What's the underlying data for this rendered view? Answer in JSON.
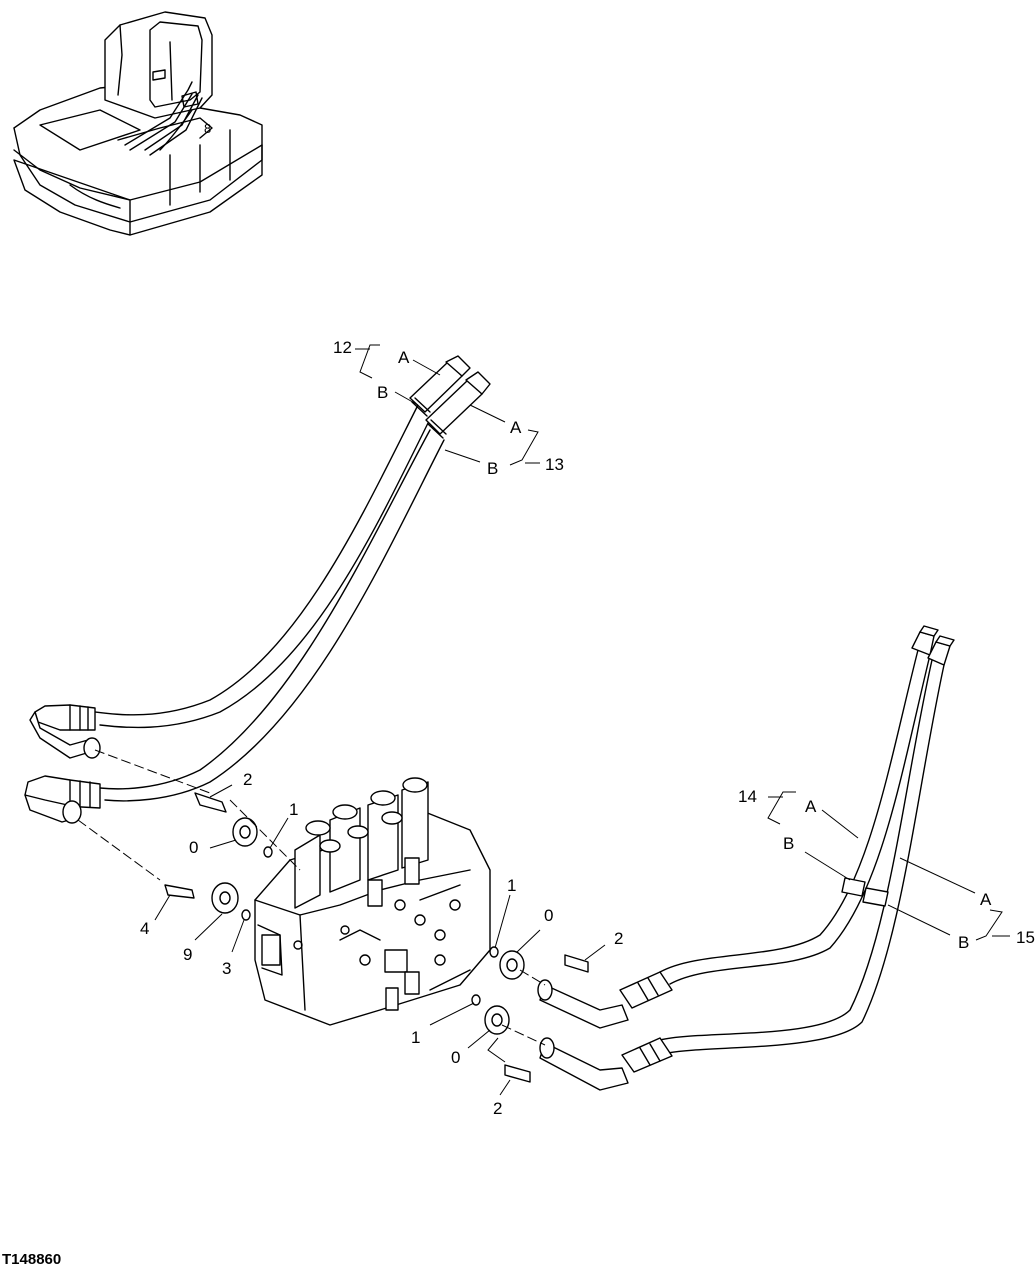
{
  "figure_id": "T148860",
  "inset_callout": "8",
  "groups": {
    "g12": {
      "number": "12",
      "a": "A",
      "b": "B"
    },
    "g13": {
      "number": "13",
      "a": "A",
      "b": "B"
    },
    "g14": {
      "number": "14",
      "a": "A",
      "b": "B"
    },
    "g15": {
      "number": "15",
      "a": "A",
      "b": "B"
    }
  },
  "callouts": {
    "c2_top": "2",
    "c1_top": "1",
    "c0_top": "0",
    "c4": "4",
    "c9": "9",
    "c3": "3",
    "c1_right": "1",
    "c0_right": "0",
    "c2_right": "2",
    "c1_low": "1",
    "c0_low": "0",
    "c2_low": "2"
  }
}
